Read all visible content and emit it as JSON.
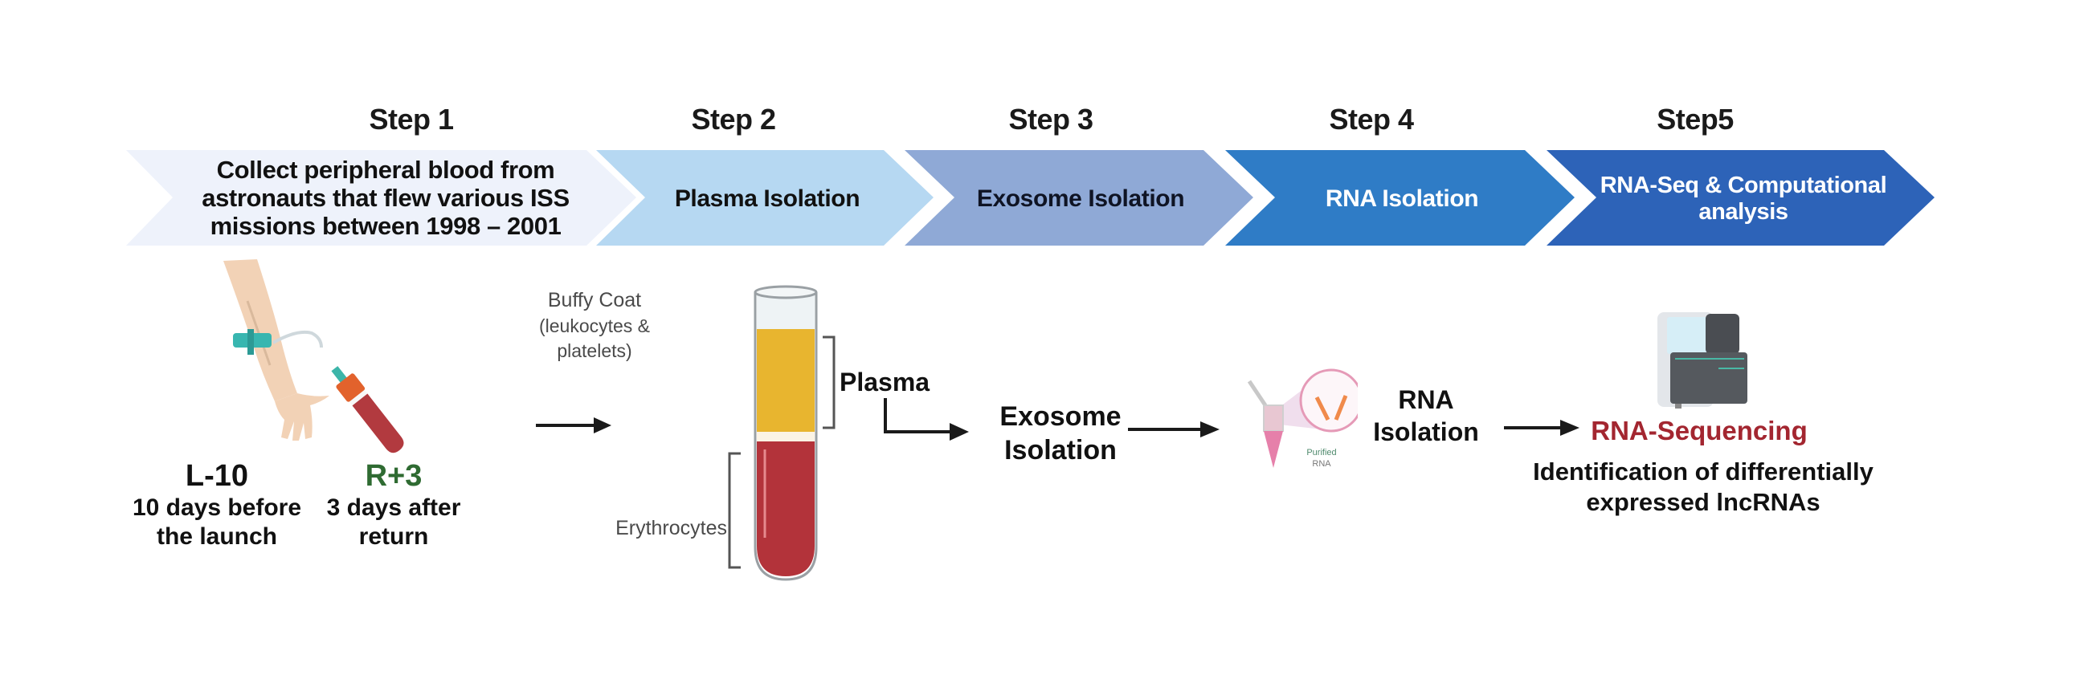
{
  "steps": [
    {
      "title": "Step 1",
      "label": "Collect peripheral blood from astronauts that flew various ISS missions between 1998 – 2001",
      "fill": "#eef2fb",
      "text_color": "#111111"
    },
    {
      "title": "Step 2",
      "label": "Plasma Isolation",
      "fill": "#b6d8f2",
      "text_color": "#111111"
    },
    {
      "title": "Step 3",
      "label": "Exosome Isolation",
      "fill": "#8fa9d6",
      "text_color": "#0f1424"
    },
    {
      "title": "Step 4",
      "label": "RNA Isolation",
      "fill": "#2f7cc6",
      "text_color": "#ffffff"
    },
    {
      "title": "Step5",
      "label": "RNA-Seq & Computational analysis",
      "fill": "#2d63b8",
      "text_color": "#ffffff"
    }
  ],
  "collection": {
    "pre": {
      "code": "L-10",
      "desc_line1": "10 days before",
      "desc_line2": "the launch",
      "code_color": "#111111"
    },
    "post": {
      "code": "R+3",
      "desc_line1": "3 days after",
      "desc_line2": "return",
      "code_color": "#2f6b32"
    },
    "icons": [
      "arm-icon",
      "tourniquet-icon",
      "blood-collection-tube-icon"
    ]
  },
  "plasma_separation": {
    "buffy_coat_line1": "Buffy Coat",
    "buffy_coat_line2": "(leukocytes &",
    "buffy_coat_line3": "platelets)",
    "plasma_label": "Plasma",
    "erythrocytes_label": "Erythrocytes",
    "colors": {
      "plasma": "#e8b52f",
      "erythrocytes": "#b3333a",
      "buffy": "#fbf3e4"
    }
  },
  "exosome": {
    "line1": "Exosome",
    "line2": "Isolation"
  },
  "rna": {
    "line1": "RNA",
    "line2": "Isolation",
    "tube_caption_line1": "Purified",
    "tube_caption_line2": "RNA"
  },
  "sequencing": {
    "title": "RNA-Sequencing",
    "title_color": "#a32630",
    "desc_line1": "Identification of differentially",
    "desc_line2": "expressed lncRNAs"
  }
}
